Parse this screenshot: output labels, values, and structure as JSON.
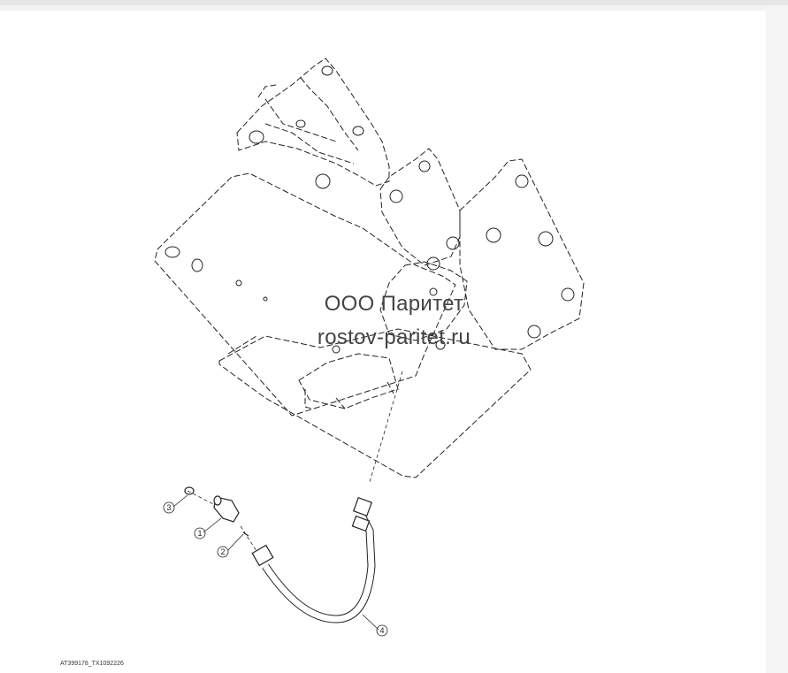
{
  "watermark": {
    "line1": "ООО Паритет",
    "line2": "rostov-paritet.ru"
  },
  "figure_id": "AT399178_TX1092226",
  "callouts": [
    "1",
    "2",
    "3",
    "4"
  ],
  "parts": {
    "bracket_assembly": "mounting-bracket",
    "hose": "hydraulic-hose",
    "elbow_fitting": "elbow-fitting",
    "seal": "o-ring",
    "washer": "washer"
  },
  "colors": {
    "line": "#222222",
    "background": "#ffffff"
  }
}
